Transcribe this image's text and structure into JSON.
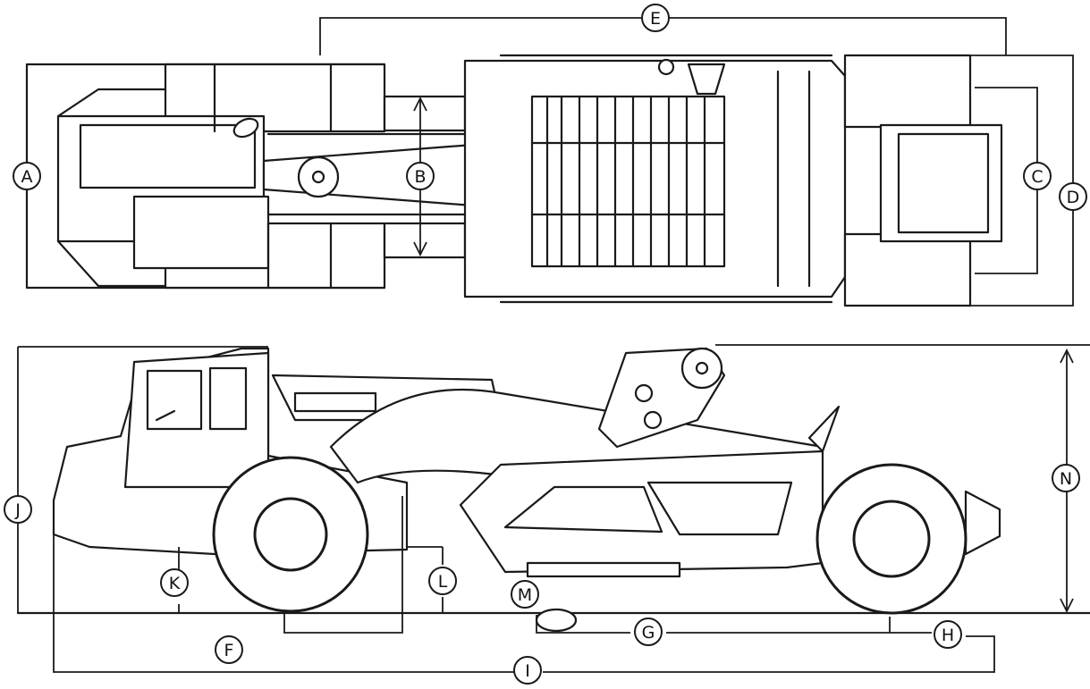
{
  "dimension_labels": [
    "A",
    "B",
    "C",
    "D",
    "E",
    "F",
    "G",
    "H",
    "I",
    "J",
    "K",
    "L",
    "M",
    "N"
  ]
}
